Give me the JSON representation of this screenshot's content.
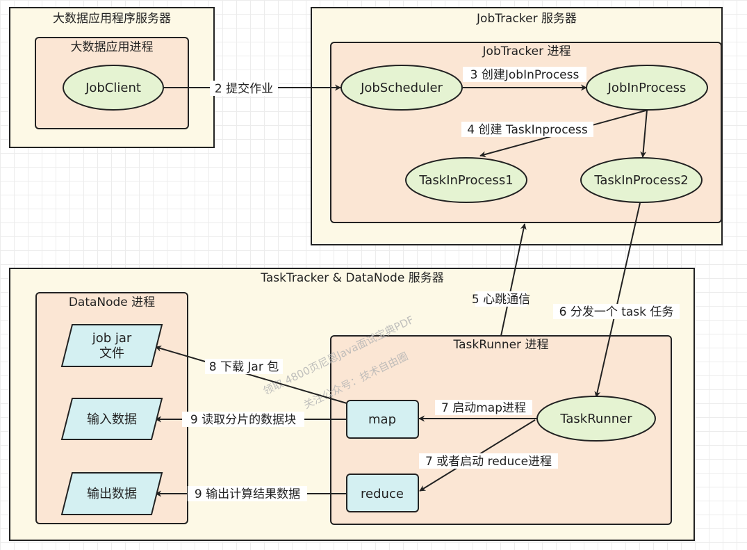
{
  "groups": {
    "app_server": "大数据应用程序服务器",
    "app_process": "大数据应用进程",
    "jobtracker_server": "JobTracker 服务器",
    "jobtracker_process": "JobTracker 进程",
    "tasktracker_server": "TaskTracker & DataNode 服务器",
    "datanode_process": "DataNode 进程",
    "taskrunner_process": "TaskRunner 进程"
  },
  "nodes": {
    "jobclient": "JobClient",
    "jobscheduler": "JobScheduler",
    "jobinprocess": "JobInProcess",
    "taskinprocess1": "TaskInProcess1",
    "taskinprocess2": "TaskInProcess2",
    "taskrunner": "TaskRunner",
    "map": "map",
    "reduce": "reduce",
    "jobjar_line1": "job jar",
    "jobjar_line2": "文件",
    "input_data": "输入数据",
    "output_data": "输出数据"
  },
  "edges": {
    "submit_job": "2 提交作业",
    "create_jobinprocess": "3 创建JobInProcess",
    "create_taskinprocess": "4 创建 TaskInprocess",
    "heartbeat": "5 心跳通信",
    "dispatch_task": "6 分发一个 task 任务",
    "start_map": "7 启动map进程",
    "start_reduce": "7 或者启动 reduce进程",
    "download_jar": "8 下载 Jar 包",
    "read_split": "9 读取分片的数据块",
    "output_result": "9 输出计算结果数据"
  },
  "watermark": {
    "line1": "领取 4800页尼恩Java面试宝典PDF",
    "line2": "关注公众号：技术自由圈"
  }
}
